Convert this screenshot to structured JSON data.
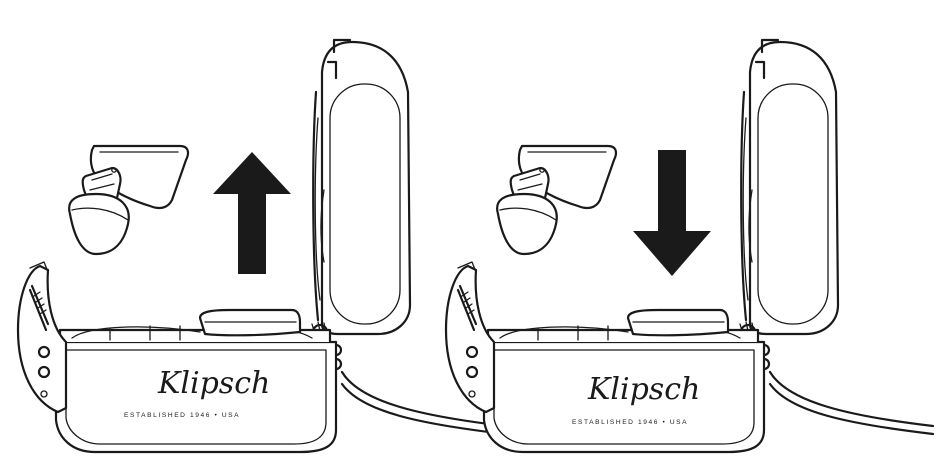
{
  "panels": [
    {
      "id": "remove",
      "arrow_direction": "up"
    },
    {
      "id": "insert",
      "arrow_direction": "down"
    }
  ],
  "case": {
    "brand_text": "Klipsch",
    "tagline_text": "ESTABLISHED 1946 • USA"
  },
  "colors": {
    "line": "#1a1a1a",
    "arrow": "#1a1a1a",
    "background": "#ffffff"
  }
}
